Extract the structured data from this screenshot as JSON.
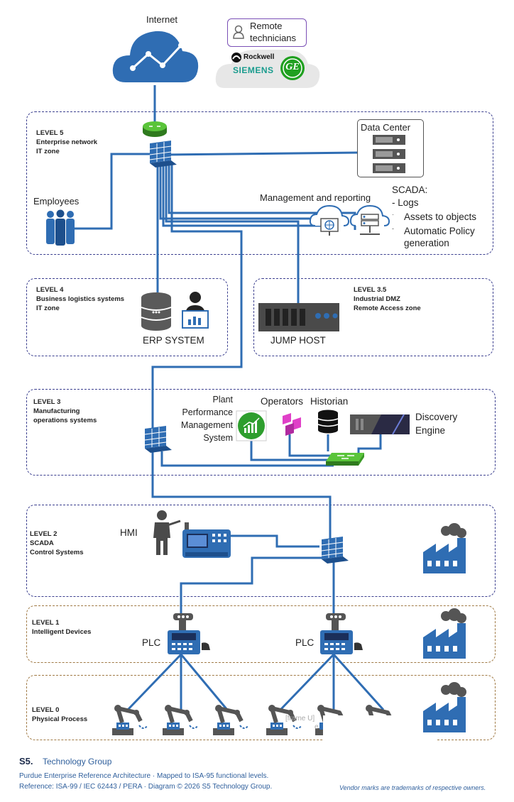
{
  "top": {
    "internet": "Internet",
    "remote": "Remote\ntechnicians",
    "vendor_rockwell": "Rockwell",
    "vendor_siemens": "SIEMENS",
    "vendor_ge": "GE"
  },
  "levels": {
    "l5": {
      "title": "LEVEL 5\nEnterprise network\nIT zone",
      "employees": "Employees",
      "data_center": "Data Center",
      "mgmt": "Management and reporting",
      "scada_head": "SCADA:",
      "scada_logs": "- Logs",
      "scada_assets": "Assets to objects",
      "scada_policy": "Automatic Policy\ngeneration"
    },
    "l4": {
      "title": "LEVEL 4\nBusiness logistics systems\nIT zone",
      "erp": "ERP SYSTEM"
    },
    "l35": {
      "title": "LEVEL 3.5\nIndustrial DMZ\nRemote Access zone",
      "jump": "JUMP HOST"
    },
    "l3": {
      "title": "LEVEL 3\nManufacturing\noperations systems",
      "ppm": "Plant\nPerformance\nManagement\nSystem",
      "operators": "Operators",
      "historian": "Historian",
      "discovery": "Discovery\nEngine"
    },
    "l2": {
      "title": "LEVEL 2\nSCADA\nControl Systems",
      "hmi": "HMI"
    },
    "l1": {
      "title": "LEVEL 1\nIntelligent Devices",
      "plc_left": "PLC",
      "plc_right": "PLC"
    },
    "l0": {
      "title": "LEVEL 0\nPhysical Process",
      "mark_a": "[frame U]",
      "mark_b": "e"
    }
  },
  "footer": {
    "brand_mark": "S5.",
    "brand_name": "Technology Group",
    "line1": "Purdue Enterprise Reference Architecture · Mapped to ISA-95 functional levels.",
    "line2": "Reference: ISA-99 / IEC 62443 / PERA · Diagram © 2026 S5 Technology Group.",
    "trademark": "Vendor marks are trademarks of respective owners."
  },
  "colors": {
    "wire": "#2f6db3",
    "zone_border": "#3b3f8f",
    "brown_border": "#a07a45",
    "icon_blue": "#2f6db3",
    "green": "#2e9e2e",
    "magenta": "#e040c8"
  }
}
